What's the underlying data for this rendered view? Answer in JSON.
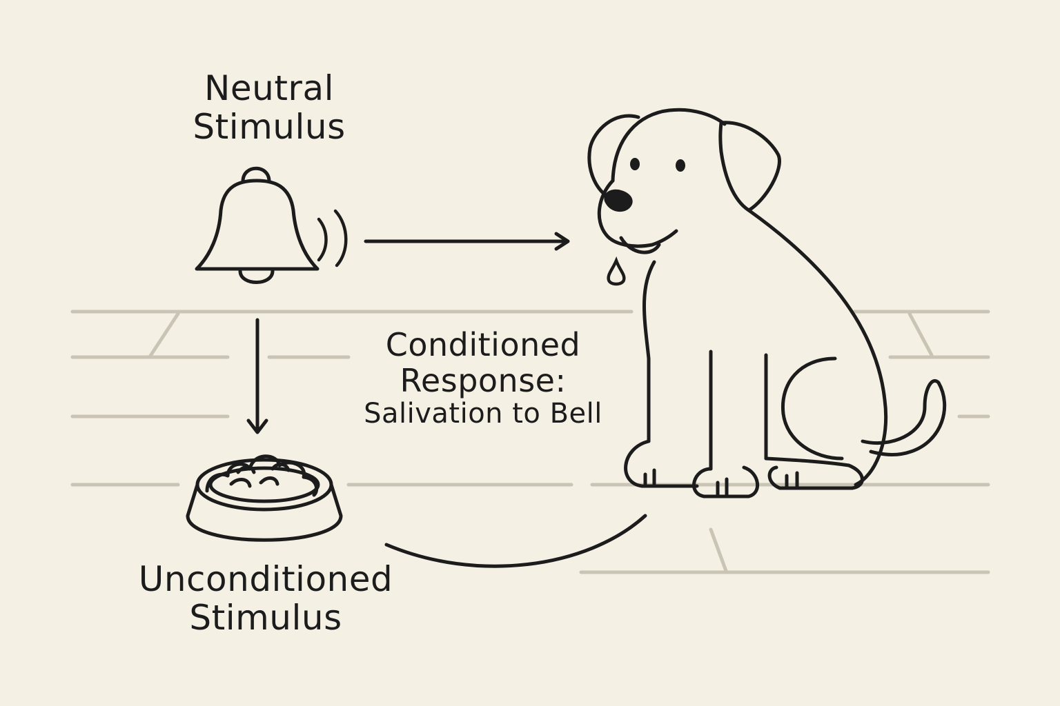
{
  "neutral_stimulus": {
    "line1": "Neutral",
    "line2": "Stimulus"
  },
  "unconditioned_stimulus": {
    "line1": "Unconditioned",
    "line2": "Stimulus"
  },
  "conditioned_response": {
    "line1": "Conditioned",
    "line2": "Response:",
    "line3": "Salivation to Bell"
  },
  "colors": {
    "background": "#f5f0e4",
    "ink": "#1c1c1c",
    "floor_lines": "#c9c4b4"
  },
  "icons": [
    "bell-icon",
    "dog-icon",
    "food-bowl-icon",
    "saliva-drop-icon"
  ]
}
